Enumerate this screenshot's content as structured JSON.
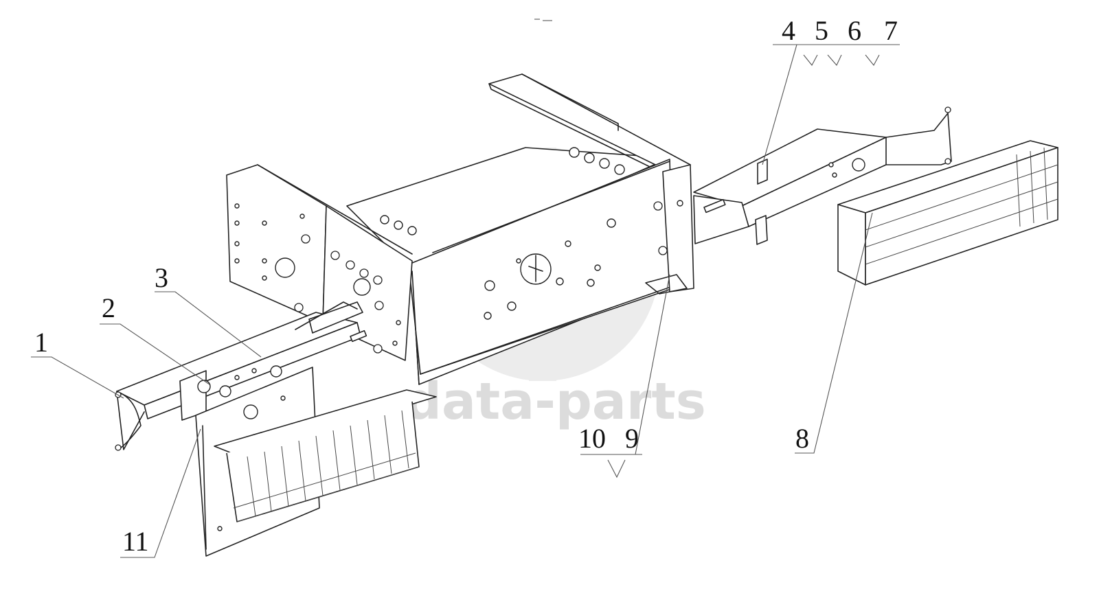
{
  "watermark": {
    "text": "data-parts",
    "color": "#dcdcdc"
  },
  "callouts": [
    {
      "id": "1",
      "label": "1"
    },
    {
      "id": "2",
      "label": "2"
    },
    {
      "id": "3",
      "label": "3"
    },
    {
      "id": "4",
      "label": "4"
    },
    {
      "id": "5",
      "label": "5"
    },
    {
      "id": "6",
      "label": "6"
    },
    {
      "id": "7",
      "label": "7"
    },
    {
      "id": "8",
      "label": "8"
    },
    {
      "id": "9",
      "label": "9"
    },
    {
      "id": "10",
      "label": "10"
    },
    {
      "id": "11",
      "label": "11"
    }
  ],
  "colors": {
    "line": "#222222",
    "background": "#ffffff"
  }
}
